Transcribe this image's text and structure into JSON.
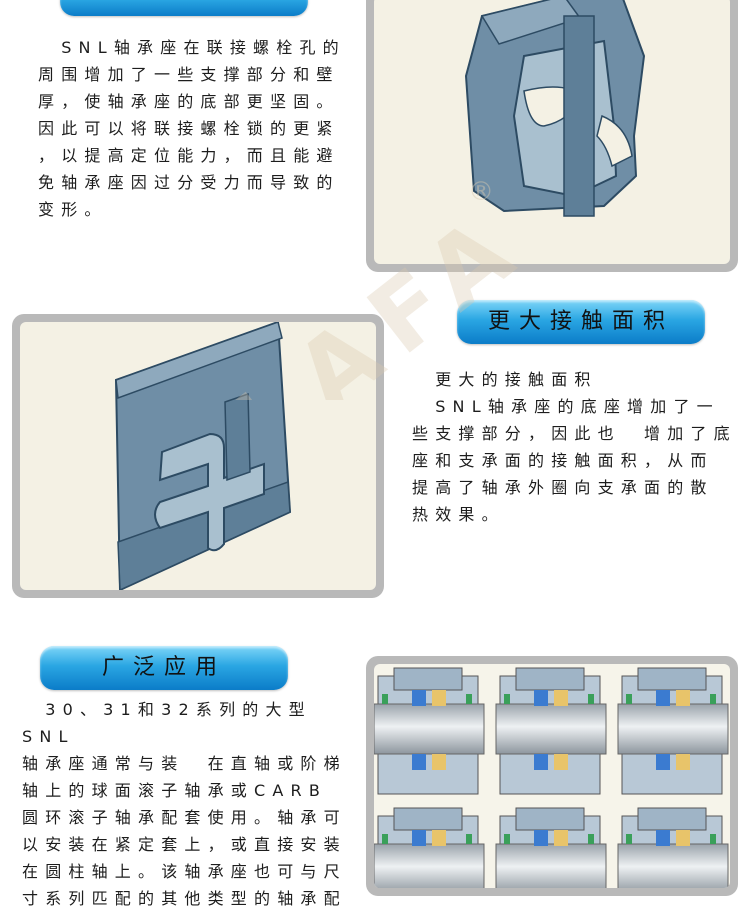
{
  "section1": {
    "body": "　SNL轴承座在联接螺栓孔的\n周围增加了一些支撑部分和壁\n厚，使轴承座的底部更坚固。\n因此可以将联接螺栓锁的更紧\n，以提高定位能力，而且能避\n免轴承座因过分受力而导致的\n变形。"
  },
  "section2": {
    "heading": "更大接触面积",
    "body": "　更大的接触面积\n　SNL轴承座的底座增加了一\n些支撑部分，因此也　增加了底\n座和支承面的接触面积，从而\n提高了轴承外圈向支承面的散\n热效果。"
  },
  "section3": {
    "heading": "广泛应用",
    "body": "　30、31和32系列的大型SNL\n轴承座通常与装　在直轴或阶梯\n轴上的球面滚子轴承或CARB\n圆环滚子轴承配套使用。轴承可\n以安装在紧定套上，或直接安装\n在圆柱轴上。该轴承座也可与尺\n寸系列匹配的其他类型的轴承配"
  },
  "watermark": {
    "text": "LAFA",
    "mark": "®"
  },
  "colors": {
    "accent": "#1a9ad9",
    "frame": "#b9b9b9",
    "panel": "#f4f1e4",
    "metal": "#6f8ea6"
  }
}
